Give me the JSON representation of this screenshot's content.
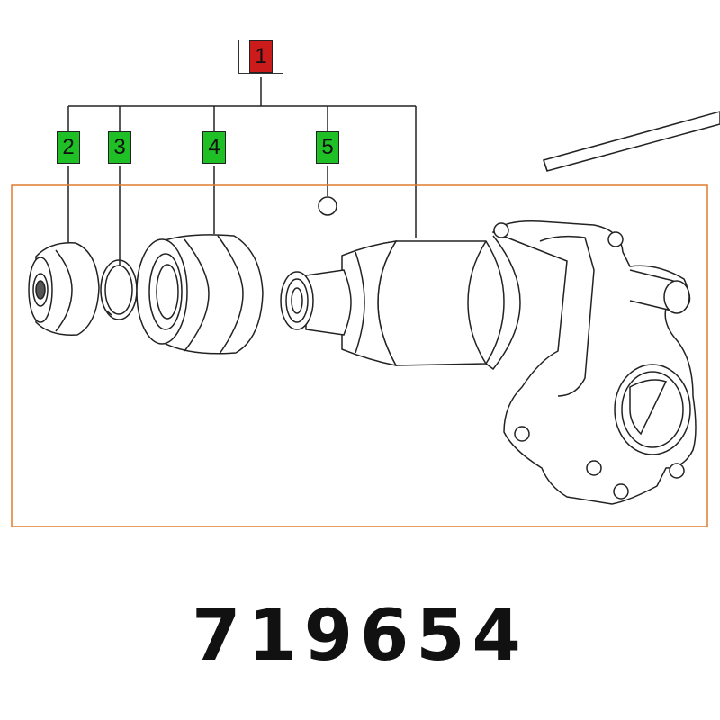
{
  "callouts": {
    "main": "1",
    "items": [
      "2",
      "3",
      "4",
      "5"
    ]
  },
  "part_number": "719654",
  "colors": {
    "main_callout": "#cc1b1b",
    "sub_callout": "#1fbf26",
    "frame": "#e07b2e"
  }
}
